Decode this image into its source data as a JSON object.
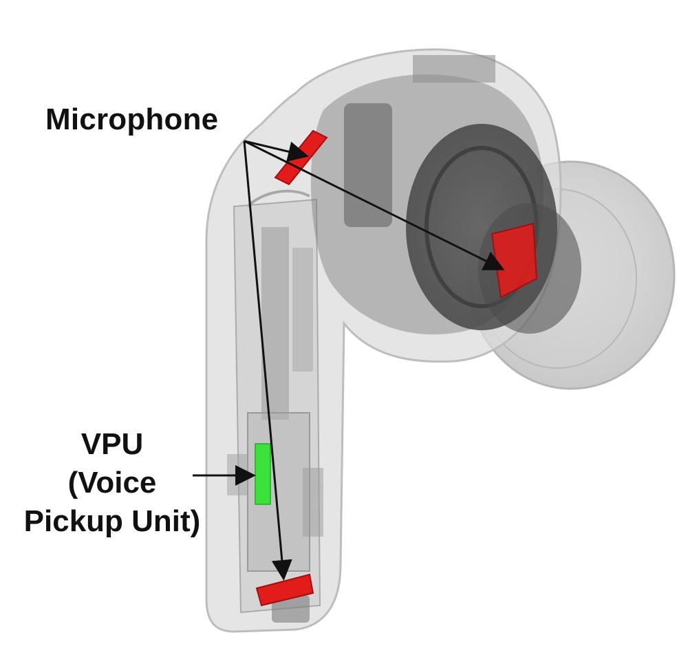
{
  "labels": {
    "microphone": "Microphone",
    "vpu_line1": "VPU",
    "vpu_line2": "(Voice",
    "vpu_line3": "Pickup Unit)"
  },
  "components": [
    {
      "name": "microphone",
      "color": "#e21b1b",
      "count": 3
    },
    {
      "name": "vpu",
      "color": "#3be23b",
      "count": 1
    }
  ],
  "colors": {
    "shell": "#d9d9d9",
    "internals": "#6a6a6a",
    "arrow": "#111111",
    "background": "#ffffff"
  },
  "icons": {
    "earbud": "earbud-xray-illustration"
  }
}
